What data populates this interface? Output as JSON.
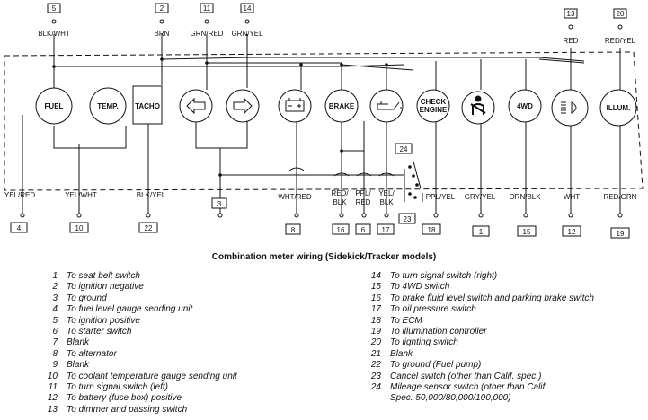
{
  "diagram": {
    "caption": "Combination meter wiring (Sidekick/Tracker models)",
    "gauges": [
      {
        "label": "FUEL"
      },
      {
        "label": "TEMP."
      },
      {
        "label": "TACHO"
      },
      {
        "label": ""
      },
      {
        "label": ""
      },
      {
        "label": ""
      },
      {
        "label": "BRAKE"
      },
      {
        "label": ""
      },
      {
        "label": "CHECK"
      },
      {
        "label": "ENGINE"
      },
      {
        "label": ""
      },
      {
        "label": "4WD"
      },
      {
        "label": ""
      },
      {
        "label": "ILLUM."
      }
    ],
    "icons": [
      "arrow-left-icon",
      "arrow-right-icon",
      "battery-icon",
      "oil-can-icon",
      "seat-belt-icon",
      "headlight-beam-icon"
    ],
    "top_terminals": [
      {
        "num": "5",
        "wire": "BLK/WHT"
      },
      {
        "num": "2",
        "wire": "BRN"
      },
      {
        "num": "11",
        "wire": "GRN/RED"
      },
      {
        "num": "14",
        "wire": "GRN/YEL"
      },
      {
        "num": "13",
        "wire": "RED"
      },
      {
        "num": "20",
        "wire": "RED/YEL"
      }
    ],
    "bottom_terminals": [
      {
        "num": "4",
        "wire": "YEL/RED"
      },
      {
        "num": "10",
        "wire": "YEL/WHT"
      },
      {
        "num": "22",
        "wire": "BLK/YEL"
      },
      {
        "num": "3",
        "wire": ""
      },
      {
        "num": "8",
        "wire": "WHT/RED"
      },
      {
        "num": "16",
        "wire": "RED/",
        "wire2": "BLK"
      },
      {
        "num": "6",
        "wire": "PPL/",
        "wire2": "RED"
      },
      {
        "num": "17",
        "wire": "YEL/",
        "wire2": "BLK"
      },
      {
        "num": "18",
        "wire": "PPL/YEL"
      },
      {
        "num": "1",
        "wire": "GRY/YEL"
      },
      {
        "num": "15",
        "wire": "ORN/BLK"
      },
      {
        "num": "12",
        "wire": "WHT"
      },
      {
        "num": "19",
        "wire": "RED/GRN"
      }
    ],
    "switch_labels": [
      "24",
      "23"
    ]
  },
  "legend": {
    "left": [
      {
        "num": "1",
        "text": "To seat belt switch"
      },
      {
        "num": "2",
        "text": "To ignition negative"
      },
      {
        "num": "3",
        "text": "To ground"
      },
      {
        "num": "4",
        "text": "To fuel level gauge sending unit"
      },
      {
        "num": "5",
        "text": "To ignition positive"
      },
      {
        "num": "6",
        "text": "To starter switch"
      },
      {
        "num": "7",
        "text": "Blank"
      },
      {
        "num": "8",
        "text": "To alternator"
      },
      {
        "num": "9",
        "text": "Blank"
      },
      {
        "num": "10",
        "text": "To coolant temperature gauge sending unit"
      },
      {
        "num": "11",
        "text": "To turn signal switch (left)"
      },
      {
        "num": "12",
        "text": "To battery (fuse box) positive"
      },
      {
        "num": "13",
        "text": "To dimmer and passing switch"
      }
    ],
    "right": [
      {
        "num": "14",
        "text": "To turn signal switch (right)"
      },
      {
        "num": "15",
        "text": "To 4WD switch"
      },
      {
        "num": "16",
        "text": "To brake fluid level switch and parking brake switch"
      },
      {
        "num": "17",
        "text": "To oil pressure switch"
      },
      {
        "num": "18",
        "text": "To ECM"
      },
      {
        "num": "19",
        "text": "To illumination controller"
      },
      {
        "num": "20",
        "text": "To lighting switch"
      },
      {
        "num": "21",
        "text": "Blank"
      },
      {
        "num": "22",
        "text": "To ground (Fuel pump)"
      },
      {
        "num": "23",
        "text": "Cancel switch (other than Calif. spec.)"
      },
      {
        "num": "24",
        "text": "Mileage sensor switch (other than Calif.",
        "text2": "Spec. 50,000/80,000/100,000)"
      }
    ]
  }
}
